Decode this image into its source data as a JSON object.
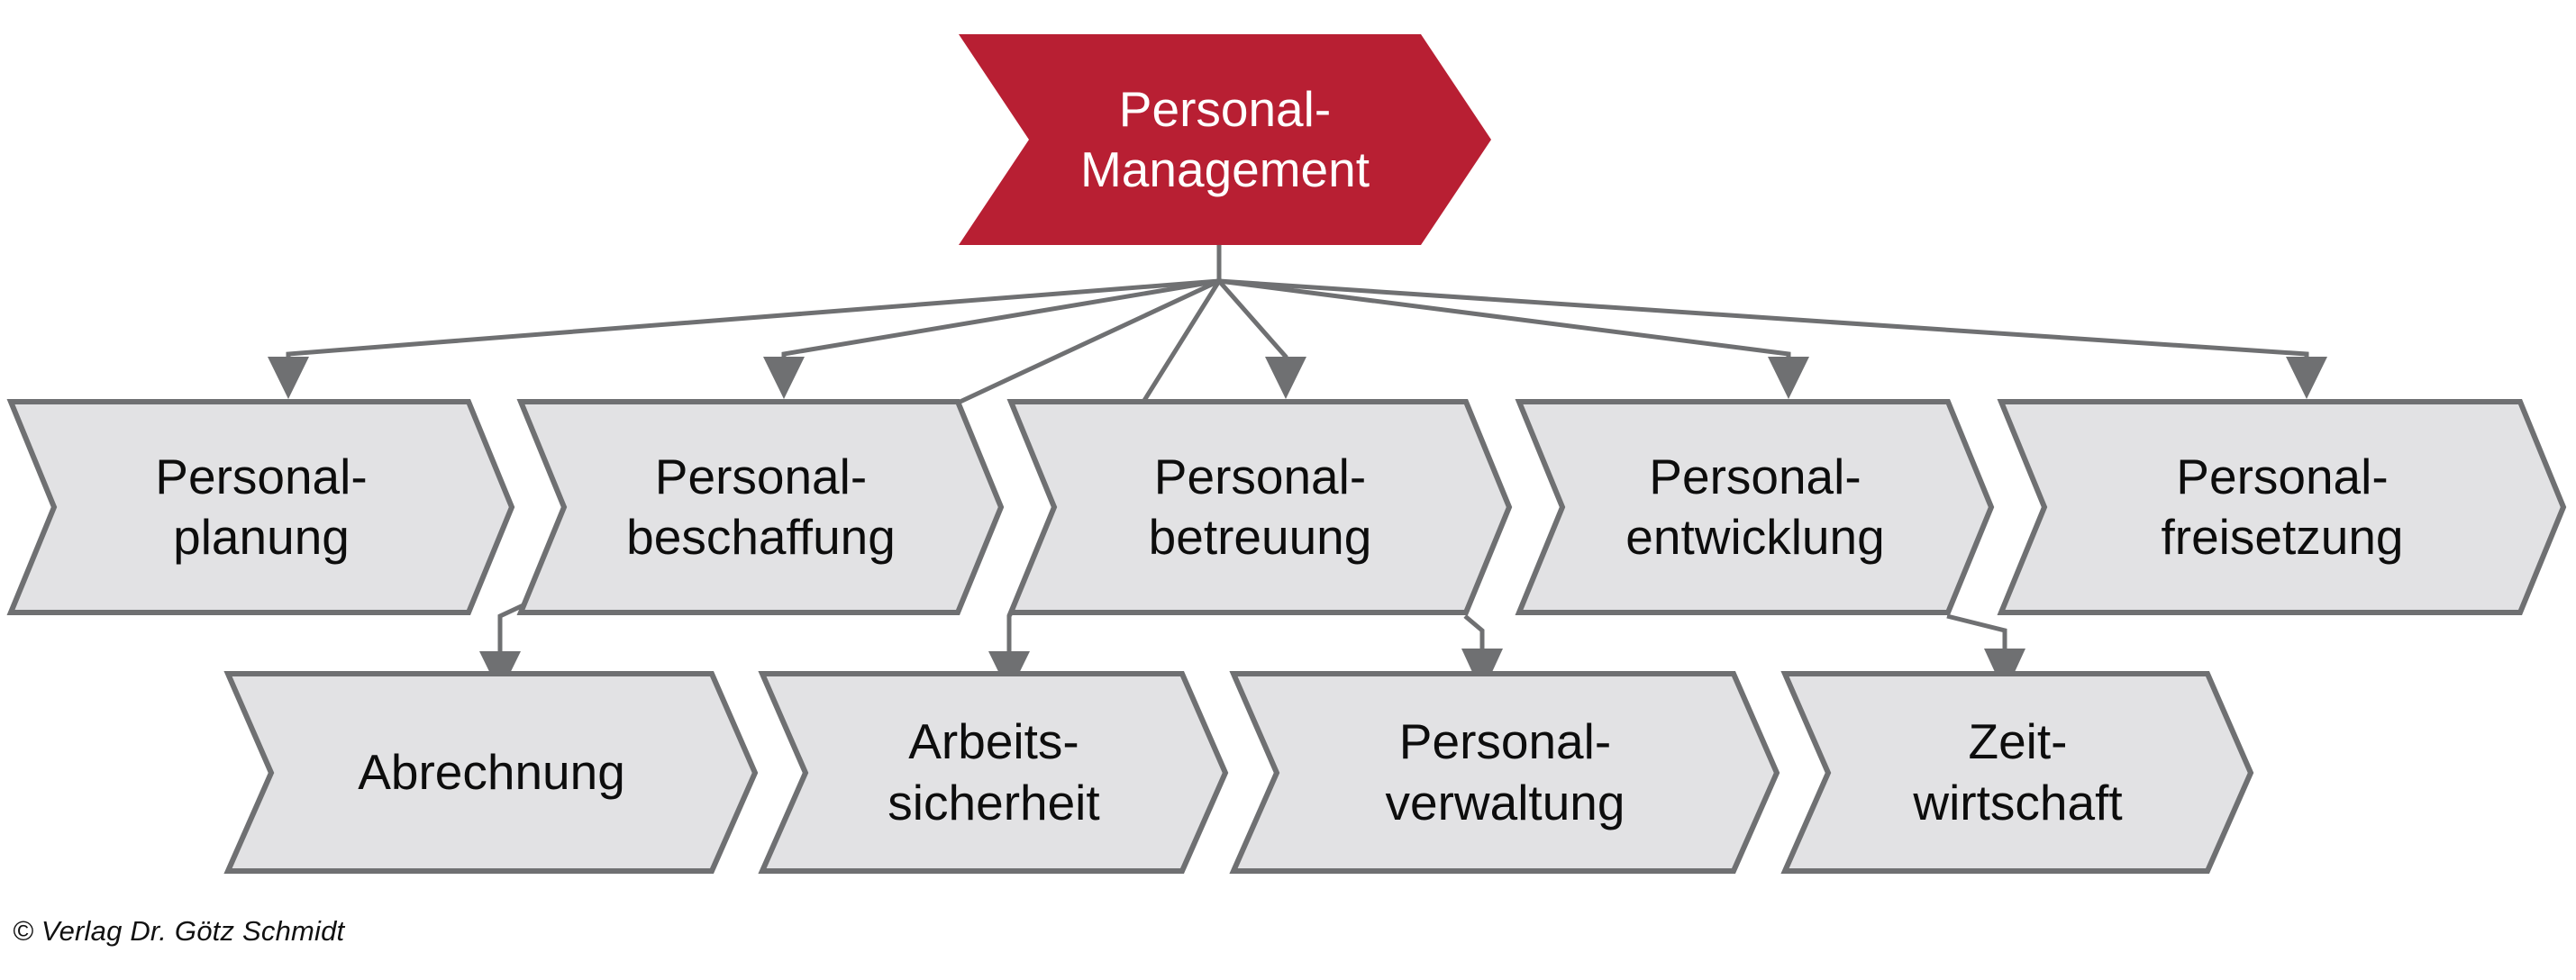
{
  "diagram": {
    "title": "Personal-Management",
    "root": {
      "id": "personal-management",
      "lines": [
        "Personal-",
        "Management"
      ],
      "color": "#b81f33",
      "text_color": "#ffffff"
    },
    "level1": [
      {
        "id": "personalplanung",
        "lines": [
          "Personal-",
          "planung"
        ]
      },
      {
        "id": "personalbeschaffung",
        "lines": [
          "Personal-",
          "beschaffung"
        ]
      },
      {
        "id": "personalbetreuung",
        "lines": [
          "Personal-",
          "betreuung"
        ]
      },
      {
        "id": "personalentwicklung",
        "lines": [
          "Personal-",
          "entwicklung"
        ]
      },
      {
        "id": "personalfreisetzung",
        "lines": [
          "Personal-",
          "freisetzung"
        ]
      }
    ],
    "level2": [
      {
        "id": "abrechnung",
        "lines": [
          "Abrechnung"
        ]
      },
      {
        "id": "arbeitssicherheit",
        "lines": [
          "Arbeits-",
          "sicherheit"
        ]
      },
      {
        "id": "personalverwaltung",
        "lines": [
          "Personal-",
          "verwaltung"
        ]
      },
      {
        "id": "zeitwirtschaft",
        "lines": [
          "Zeit-",
          "wirtschaft"
        ]
      }
    ],
    "colors": {
      "accent_red": "#b81f33",
      "node_fill": "#e2e2e4",
      "node_border": "#6f7072",
      "connector": "#6f7072",
      "background": "#ffffff"
    },
    "footer": {
      "copyright": "© Verlag Dr. Götz Schmidt"
    }
  }
}
